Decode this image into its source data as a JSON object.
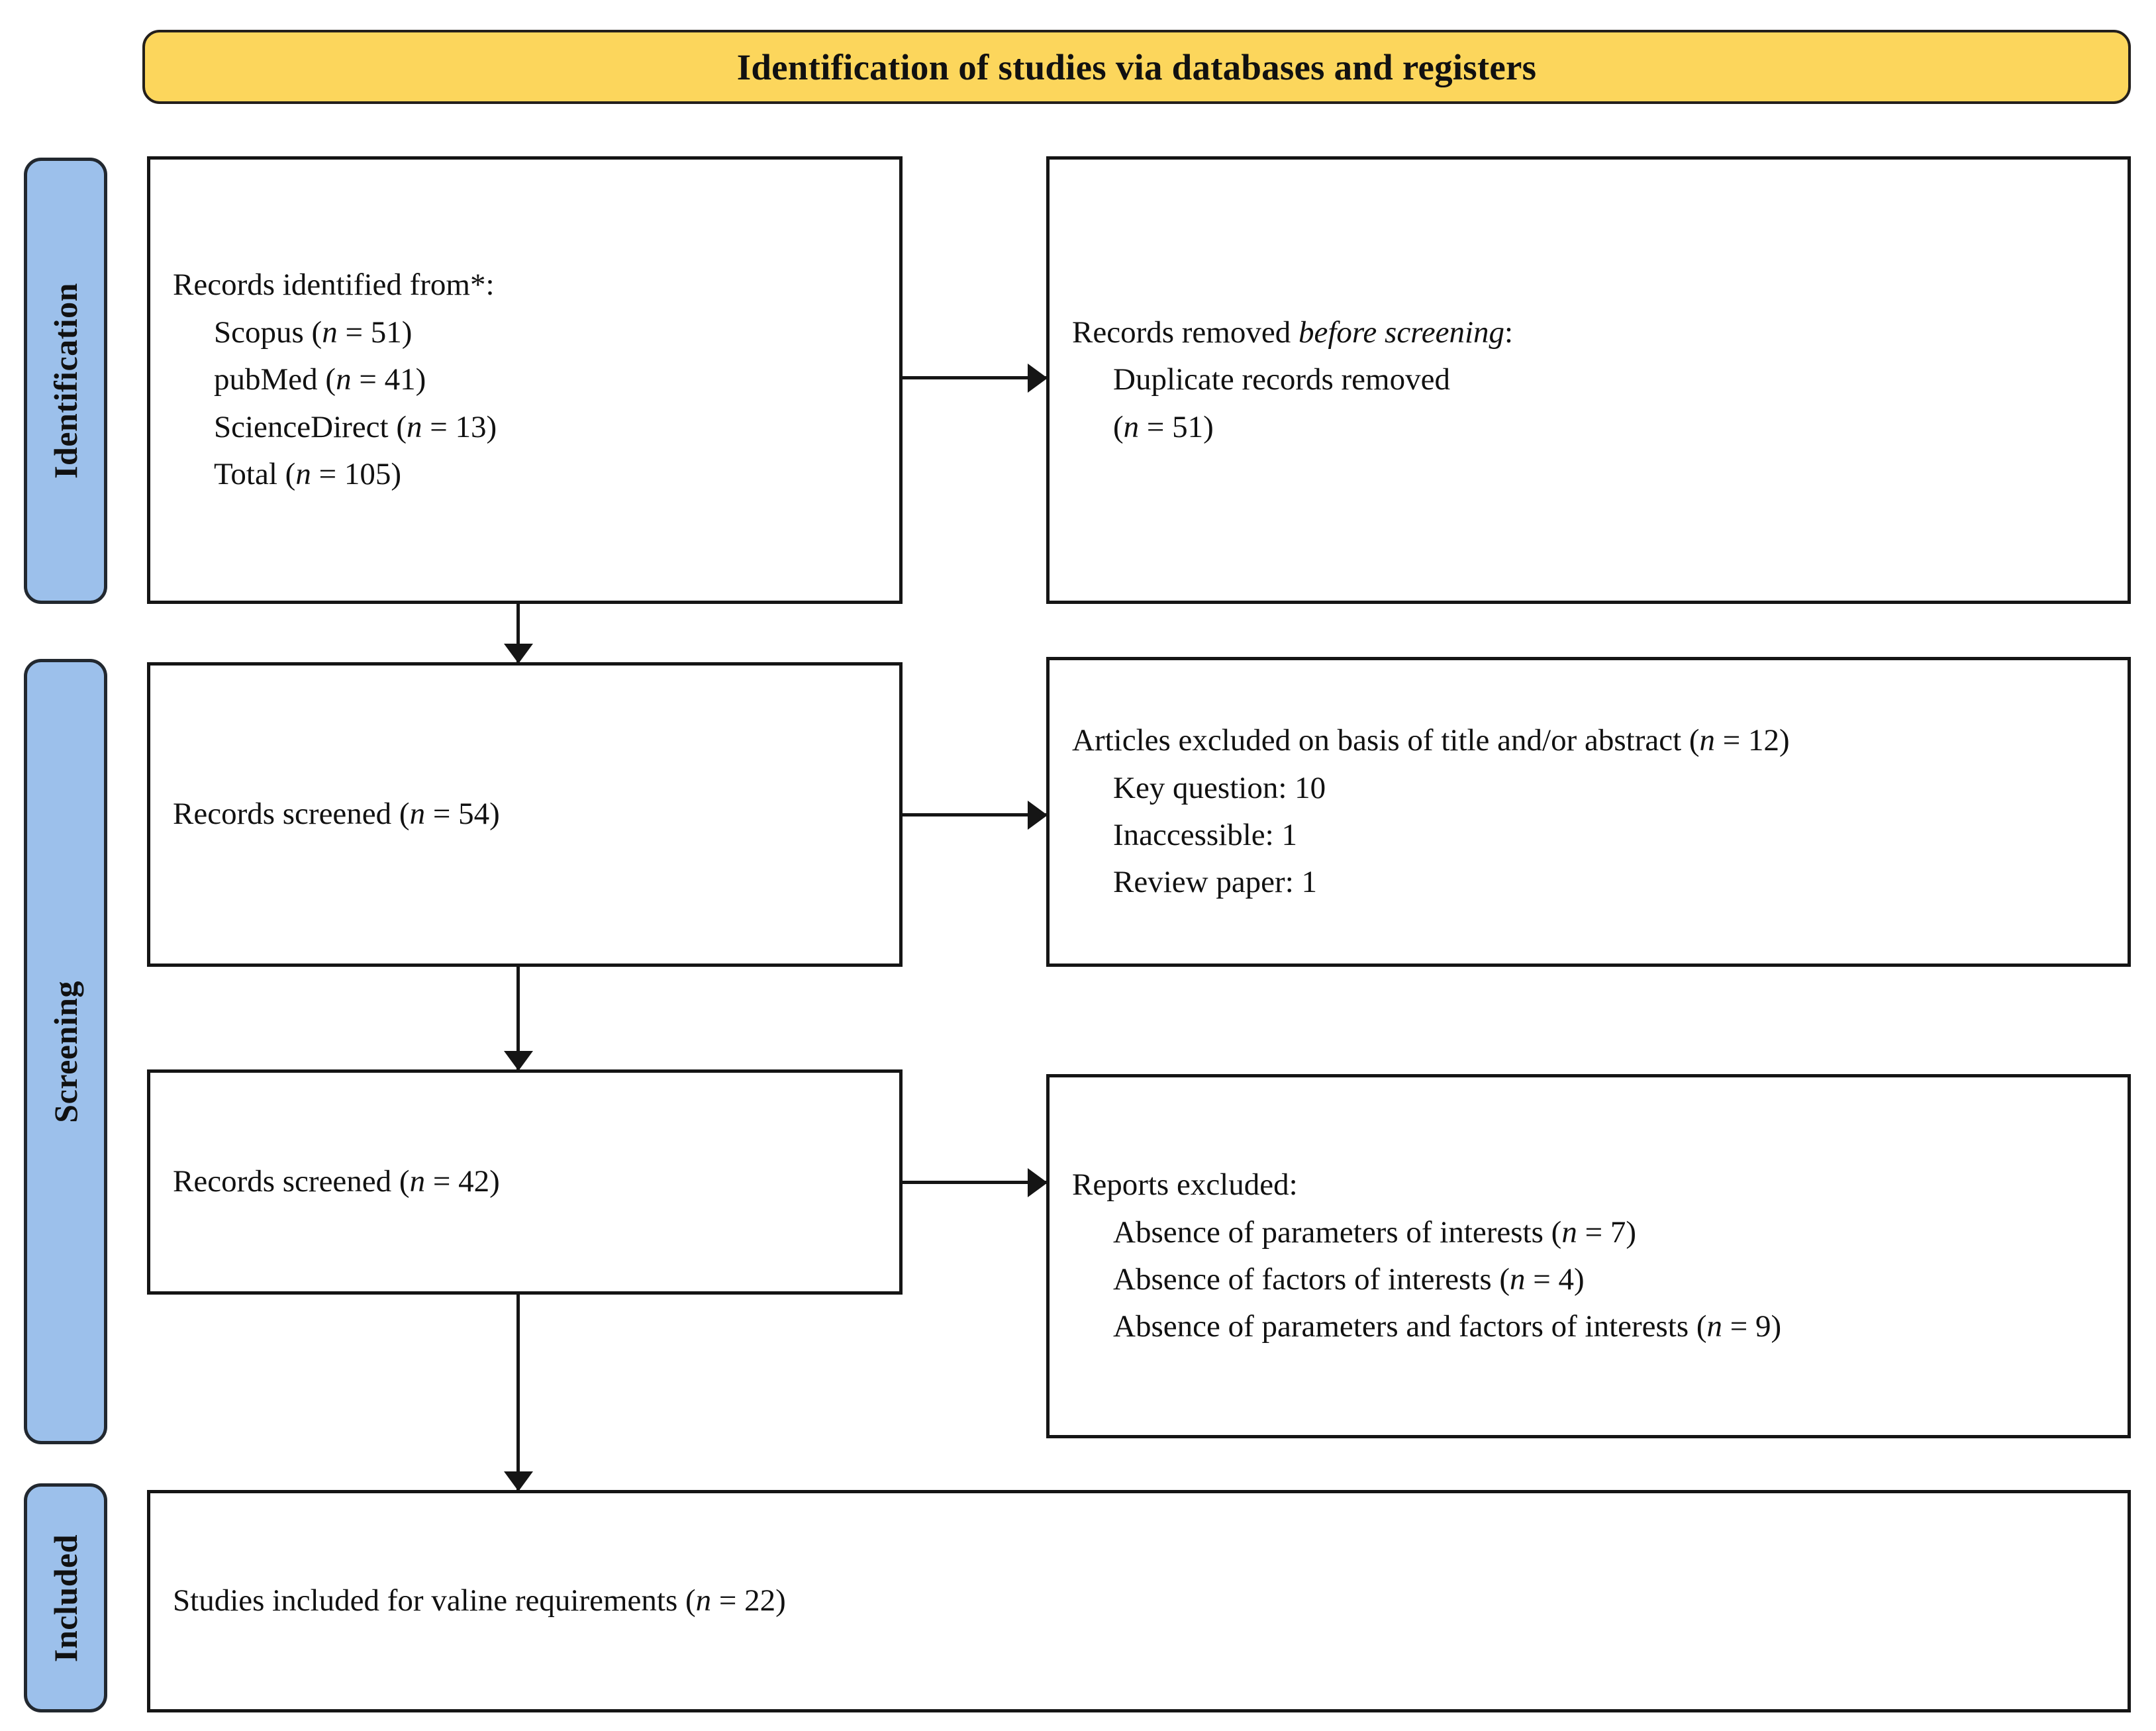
{
  "banner": {
    "title": "Identification of studies via databases and registers",
    "background": "#fcd65c",
    "border": "#231f1c"
  },
  "stage_labels": {
    "background": "#9cc0eb",
    "border": "#22282f",
    "items": [
      {
        "id": "identification",
        "label": "Identification"
      },
      {
        "id": "screening",
        "label": "Screening"
      },
      {
        "id": "included",
        "label": "Included"
      }
    ]
  },
  "boxes": {
    "identified": {
      "heading": "Records identified from*:",
      "items": [
        {
          "source": "Scopus",
          "n_label": "(n = 51)",
          "n": 51,
          "text_pre": "Scopus ",
          "text_post": " = 51)"
        },
        {
          "source": "pubMed",
          "n_label": "(n = 41)",
          "n": 41,
          "text_pre": "pubMed ",
          "text_post": " = 41)"
        },
        {
          "source": "ScienceDirect",
          "n_label": "(n = 13)",
          "n": 13,
          "text_pre": "ScienceDirect ",
          "text_post": " = 13)"
        },
        {
          "source": "Total",
          "n_label": "(n = 105)",
          "n": 105,
          "text_pre": "Total ",
          "text_post": " = 105)"
        }
      ]
    },
    "removed": {
      "heading_pre": "Records removed ",
      "heading_italic": "before screening",
      "heading_post": ":",
      "line_1": "Duplicate records removed",
      "line_2_pre": "(",
      "line_2_post": " = 51)",
      "n": 51
    },
    "screened_54": {
      "text_pre": "Records screened (",
      "text_post": " = 54)",
      "n": 54
    },
    "excluded_title_abstract": {
      "heading_pre": "Articles  excluded on basis of title  and/or abstract (",
      "heading_post": " = 12)",
      "n": 12,
      "reasons": [
        {
          "label": "Key question: 10",
          "count": 10
        },
        {
          "label": "Inaccessible:  1",
          "count": 1
        },
        {
          "label": "Review paper: 1",
          "count": 1
        }
      ]
    },
    "screened_42": {
      "text_pre": "Records screened (",
      "text_post": " = 42)",
      "n": 42
    },
    "reports_excluded": {
      "heading": "Reports excluded:",
      "reasons": [
        {
          "pre": "Absence of parameters of interests (",
          "post": " = 7)",
          "n": 7
        },
        {
          "pre": "Absence of factors of interests  (",
          "post": " = 4)",
          "n": 4
        },
        {
          "pre": "Absence of parameters and factors of interests (",
          "post": " = 9)",
          "n": 9
        }
      ]
    },
    "included": {
      "text_pre": "Studies included for valine requirements (",
      "text_post": " = 22)",
      "n": 22
    }
  },
  "italic_n": "n"
}
